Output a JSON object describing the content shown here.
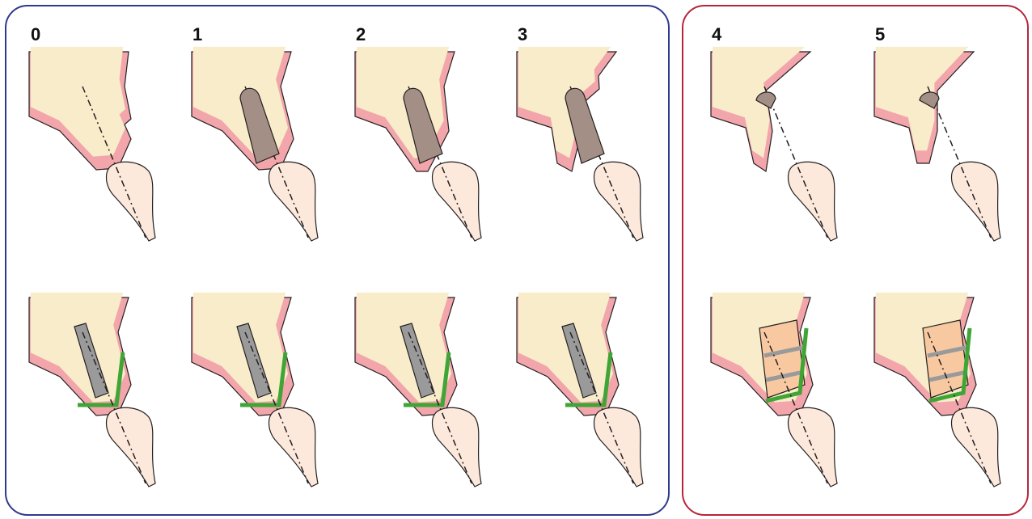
{
  "colors": {
    "left_frame": "#2e3a8c",
    "right_frame": "#b7253a",
    "bone": "#f8ecca",
    "gum": "#f2a6ab",
    "tooth": "#fde9dc",
    "root_gray": "#a48f86",
    "implant": "#9a9a9a",
    "membrane": "#3fa535",
    "block": "#f8c9a0",
    "outline": "#231f20"
  },
  "stages": [
    {
      "label": "0",
      "top": "empty",
      "bottom": "implant"
    },
    {
      "label": "1",
      "top": "root",
      "bottom": "implant"
    },
    {
      "label": "2",
      "top": "root",
      "bottom": "implant"
    },
    {
      "label": "3",
      "top": "root",
      "bottom": "implant"
    },
    {
      "label": "4",
      "top": "stub",
      "bottom": "block"
    },
    {
      "label": "5",
      "top": "stub",
      "bottom": "block"
    }
  ]
}
